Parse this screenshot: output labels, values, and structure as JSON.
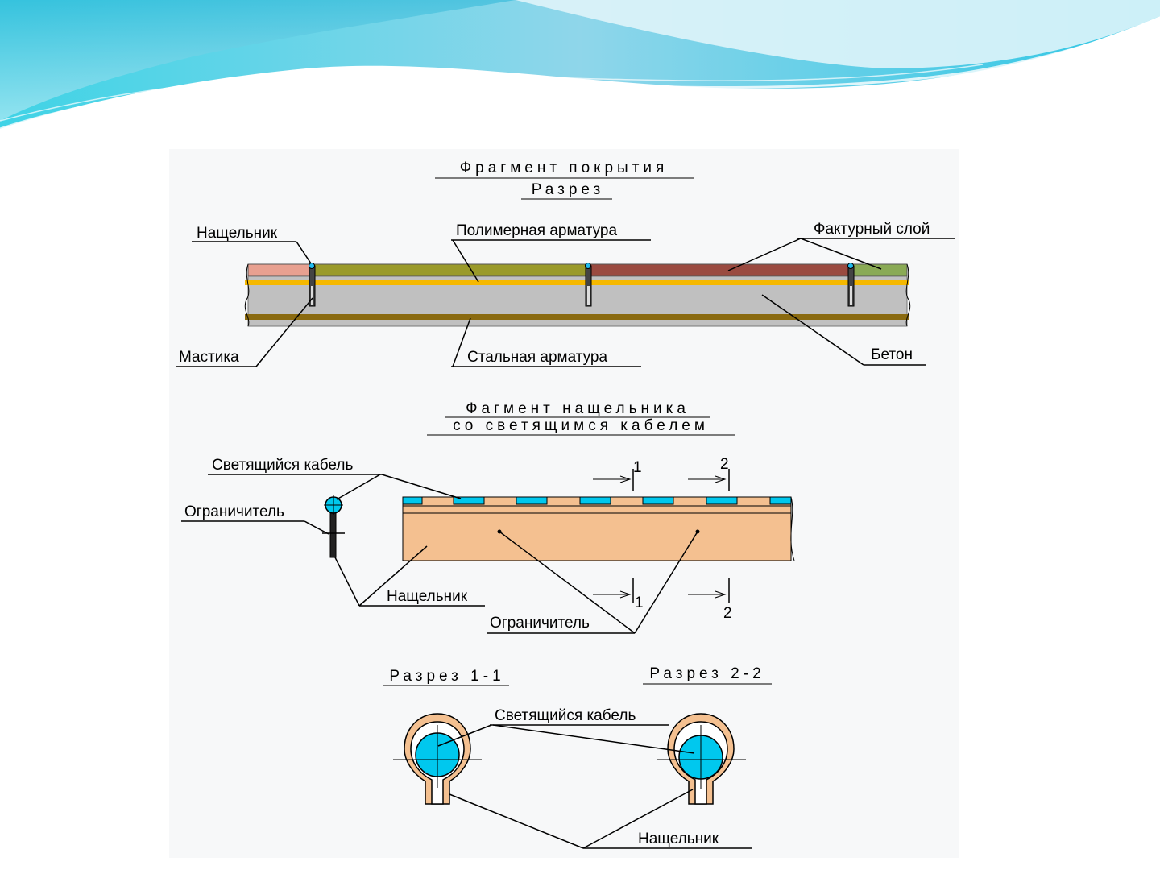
{
  "titles": {
    "fragment_cover": "Фрагмент покрытия",
    "section": "Разрез",
    "fragment_strip_line1": "Фагмент нащельника",
    "fragment_strip_line2": "со светящимся кабелем",
    "section_1_1": "Разрез 1-1",
    "section_2_2": "Разрез 2-2"
  },
  "labels": {
    "nashchelnik": "Нащельник",
    "polymer_rebar": "Полимерная арматура",
    "texture_layer": "Фактурный слой",
    "mastic": "Мастика",
    "steel_rebar": "Стальная арматура",
    "concrete": "Бетон",
    "glowing_cable": "Светящийся кабель",
    "limiter": "Ограничитель",
    "nashchelnik_2": "Нащельник",
    "limiter_2": "Ограничитель",
    "glowing_cable_2": "Светящийся кабель",
    "nashchelnik_3": "Нащельник",
    "cut_1_top": "1",
    "cut_2_top": "2",
    "cut_1_bottom": "1",
    "cut_2_bottom": "2"
  },
  "colors": {
    "concrete": "#c0c0c0",
    "polymer_rebar": "#f5b800",
    "steel_rebar": "#8a6a10",
    "texture_olive": "#9a9a2a",
    "texture_brown": "#9a4a40",
    "texture_pink": "#e8a090",
    "texture_green": "#8aaa55",
    "strip_body": "#f4c090",
    "cable": "#00c8ee"
  }
}
